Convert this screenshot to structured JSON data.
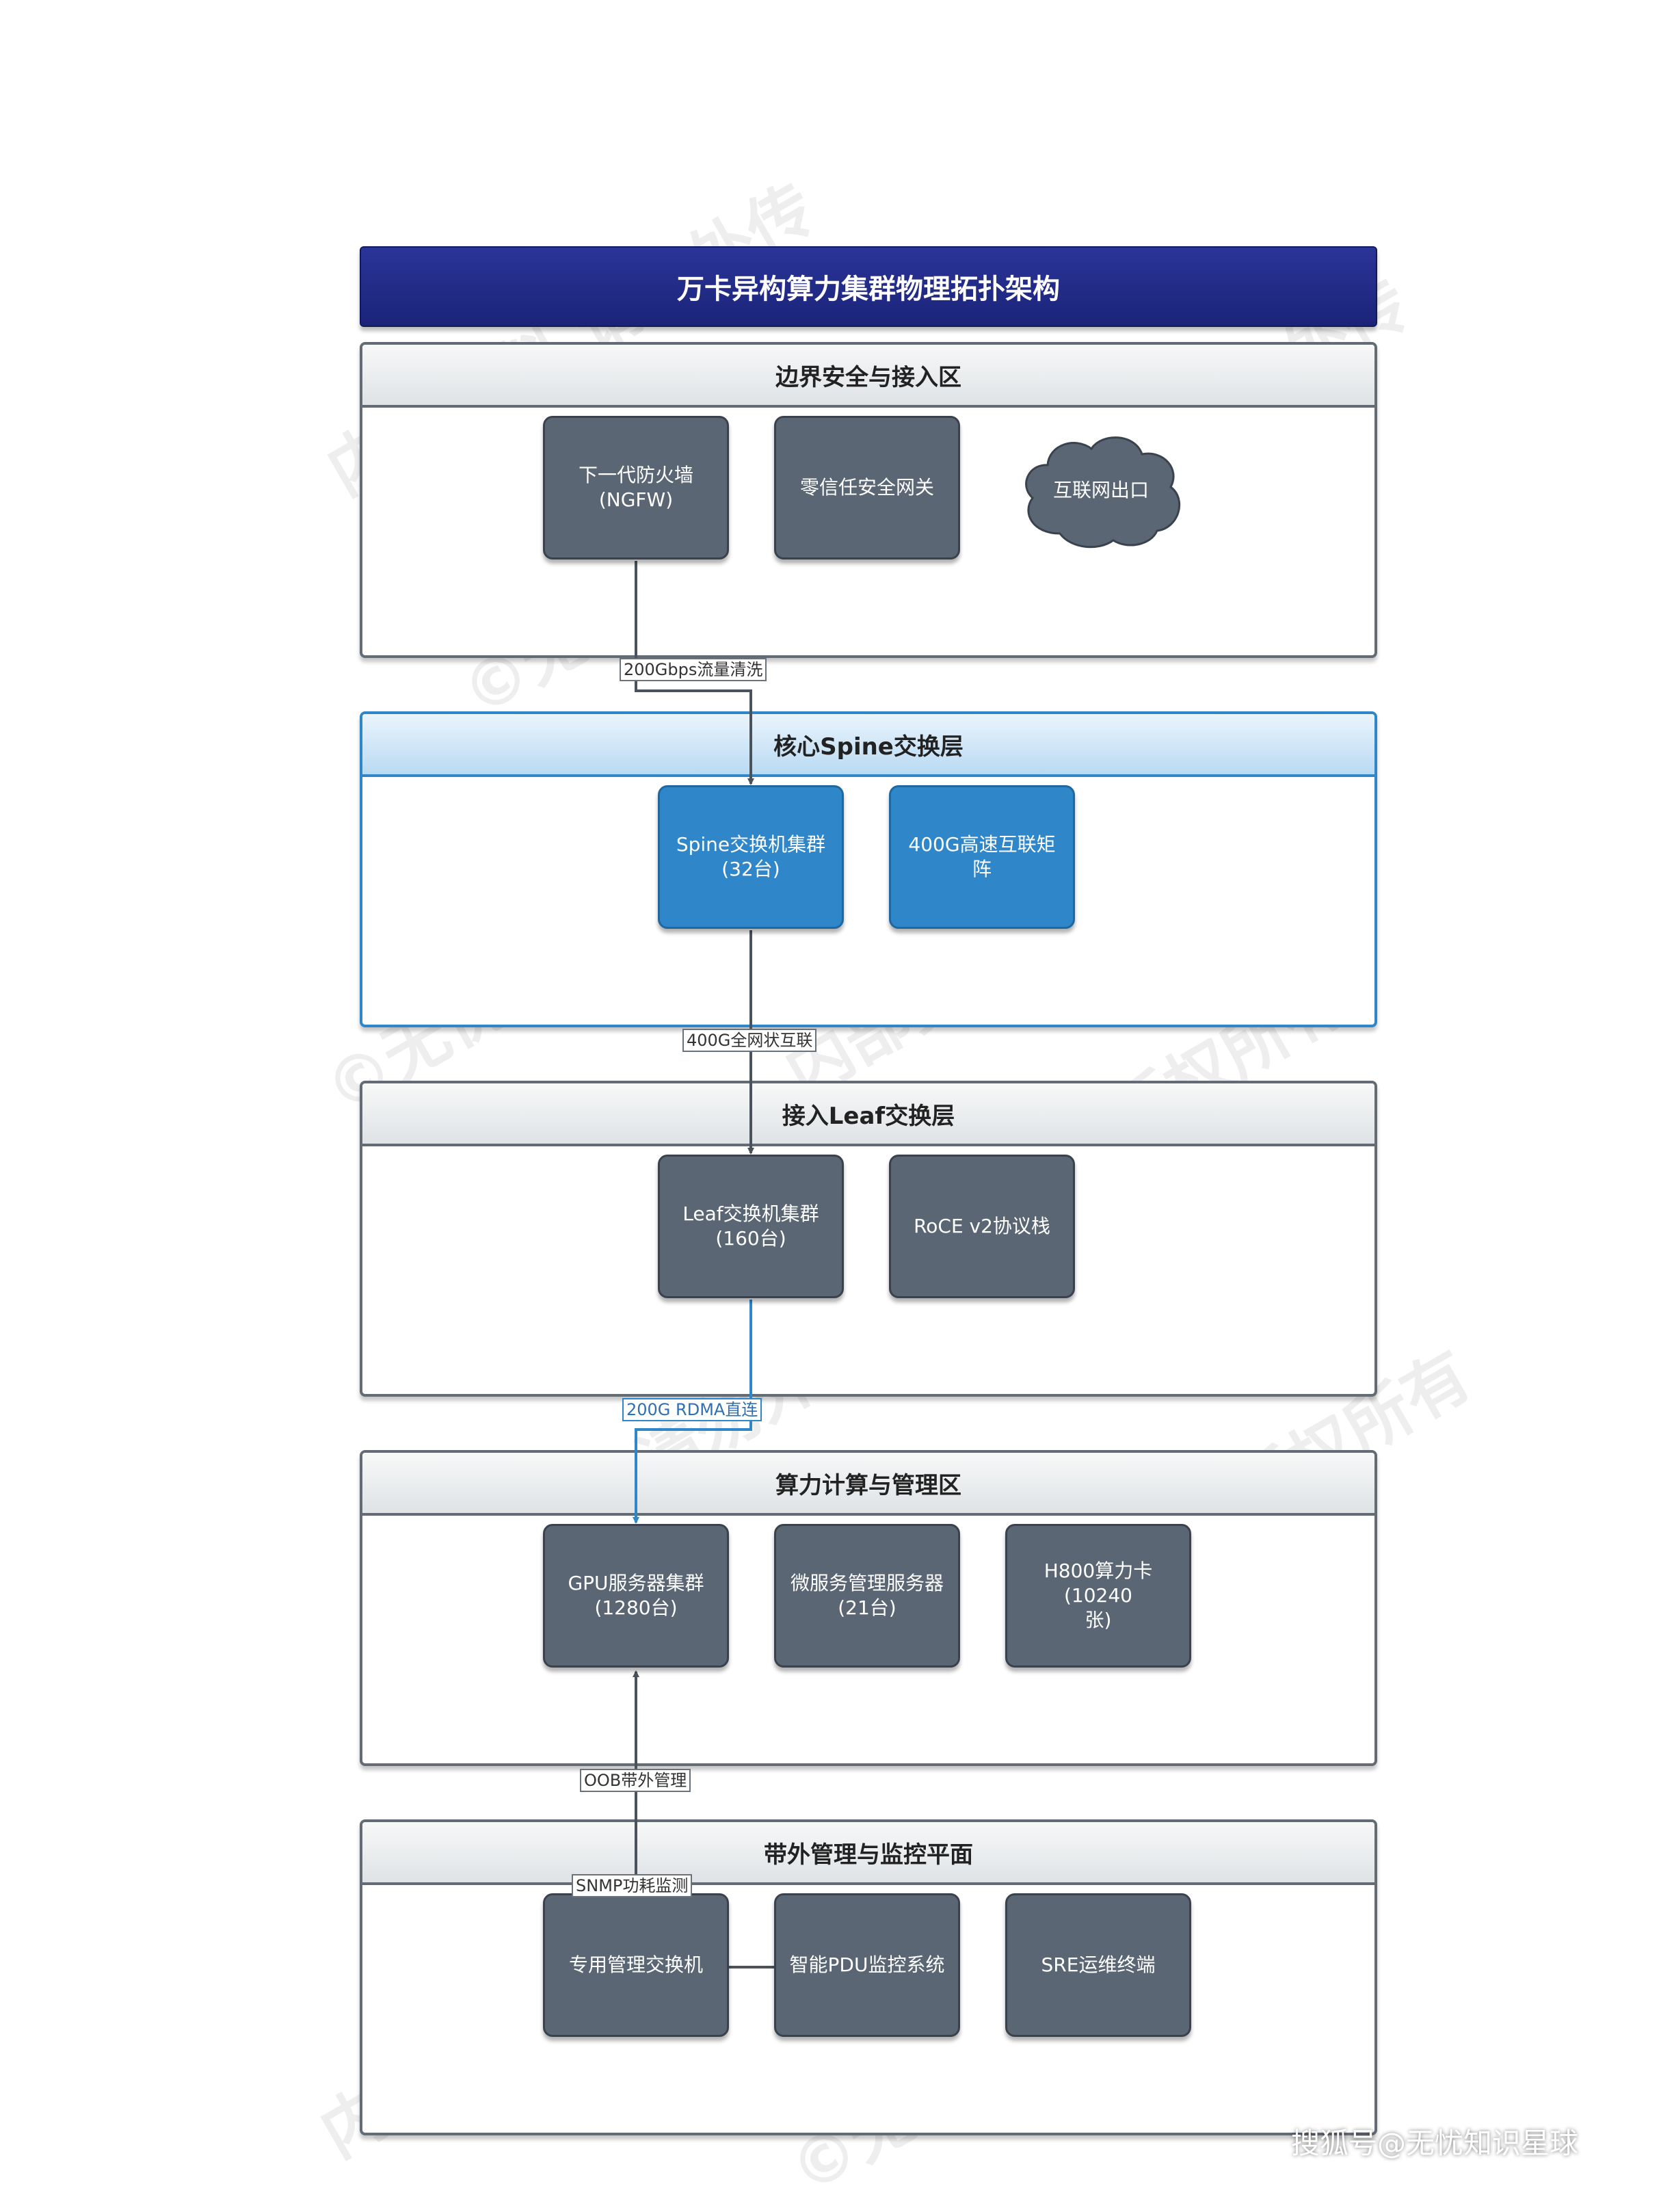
{
  "title": "万卡异构算力集群物理拓扑架构",
  "zones": {
    "border": {
      "title": "边界安全与接入区",
      "nodes": [
        "下一代防火墙\n(NGFW)",
        "零信任安全网关",
        "互联网出口"
      ]
    },
    "spine": {
      "title": "核心Spine交换层",
      "nodes": [
        "Spine交换机集群\n(32台)",
        "400G高速互联矩阵"
      ]
    },
    "leaf": {
      "title": "接入Leaf交换层",
      "nodes": [
        "Leaf交换机集群\n(160台)",
        "RoCE v2协议栈"
      ]
    },
    "compute": {
      "title": "算力计算与管理区",
      "nodes": [
        "GPU服务器集群\n(1280台)",
        "微服务管理服务器\n(21台)",
        "H800算力卡(10240\n张)"
      ]
    },
    "oob": {
      "title": "带外管理与监控平面",
      "nodes": [
        "专用管理交换机",
        "智能PDU监控系统",
        "SRE运维终端"
      ]
    }
  },
  "connections": {
    "firewall_to_spine": "200Gbps流量清洗",
    "spine_to_leaf": "400G全网状互联",
    "leaf_to_gpu": "200G RDMA直连",
    "mgmt_to_gpu": "OOB带外管理",
    "pdu_to_mgmt": "SNMP功耗监测"
  },
  "watermarks": [
    "内部资料 请勿外传",
    "©无忧智库 版权所有"
  ],
  "footer": "搜狐号@无忧知识星球",
  "colors": {
    "title_bg": "#1f2a85",
    "node_gray": "#5b6674",
    "node_blue": "#2f86c9",
    "zone_border": "#636b75",
    "rdma_link": "#2f86c9"
  }
}
